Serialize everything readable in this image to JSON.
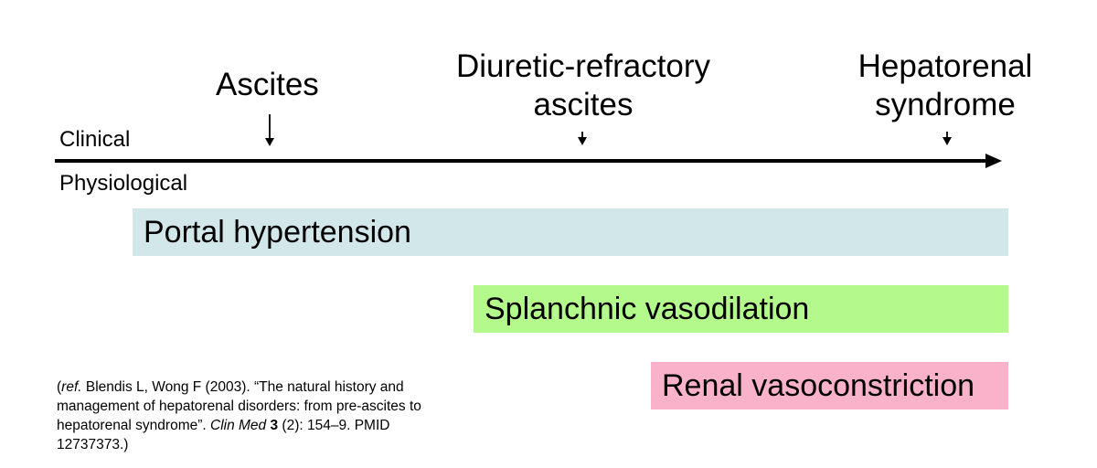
{
  "axis": {
    "clinical_label": "Clinical",
    "physiological_label": "Physiological"
  },
  "stages": [
    {
      "lines": [
        "Ascites"
      ]
    },
    {
      "lines": [
        "Diuretic-refractory",
        "ascites"
      ]
    },
    {
      "lines": [
        "Hepatorenal",
        "syndrome"
      ]
    }
  ],
  "bars": [
    {
      "label": "Portal hypertension",
      "color": "#d1e7ea"
    },
    {
      "label": "Splanchnic vasodilation",
      "color": "#b4f98c"
    },
    {
      "label": "Renal vasoconstriction",
      "color": "#f9b2c9"
    }
  ],
  "reference": {
    "open": "(",
    "ref_tag": "ref.",
    "authors": " Blendis L, Wong F (2003). “The natural history and management of hepatorenal disorders: from pre-ascites to hepatorenal syndrome”. ",
    "journal": "Clin Med",
    "volume": " 3",
    "rest": " (2): 154–9. PMID 12737373.)"
  }
}
